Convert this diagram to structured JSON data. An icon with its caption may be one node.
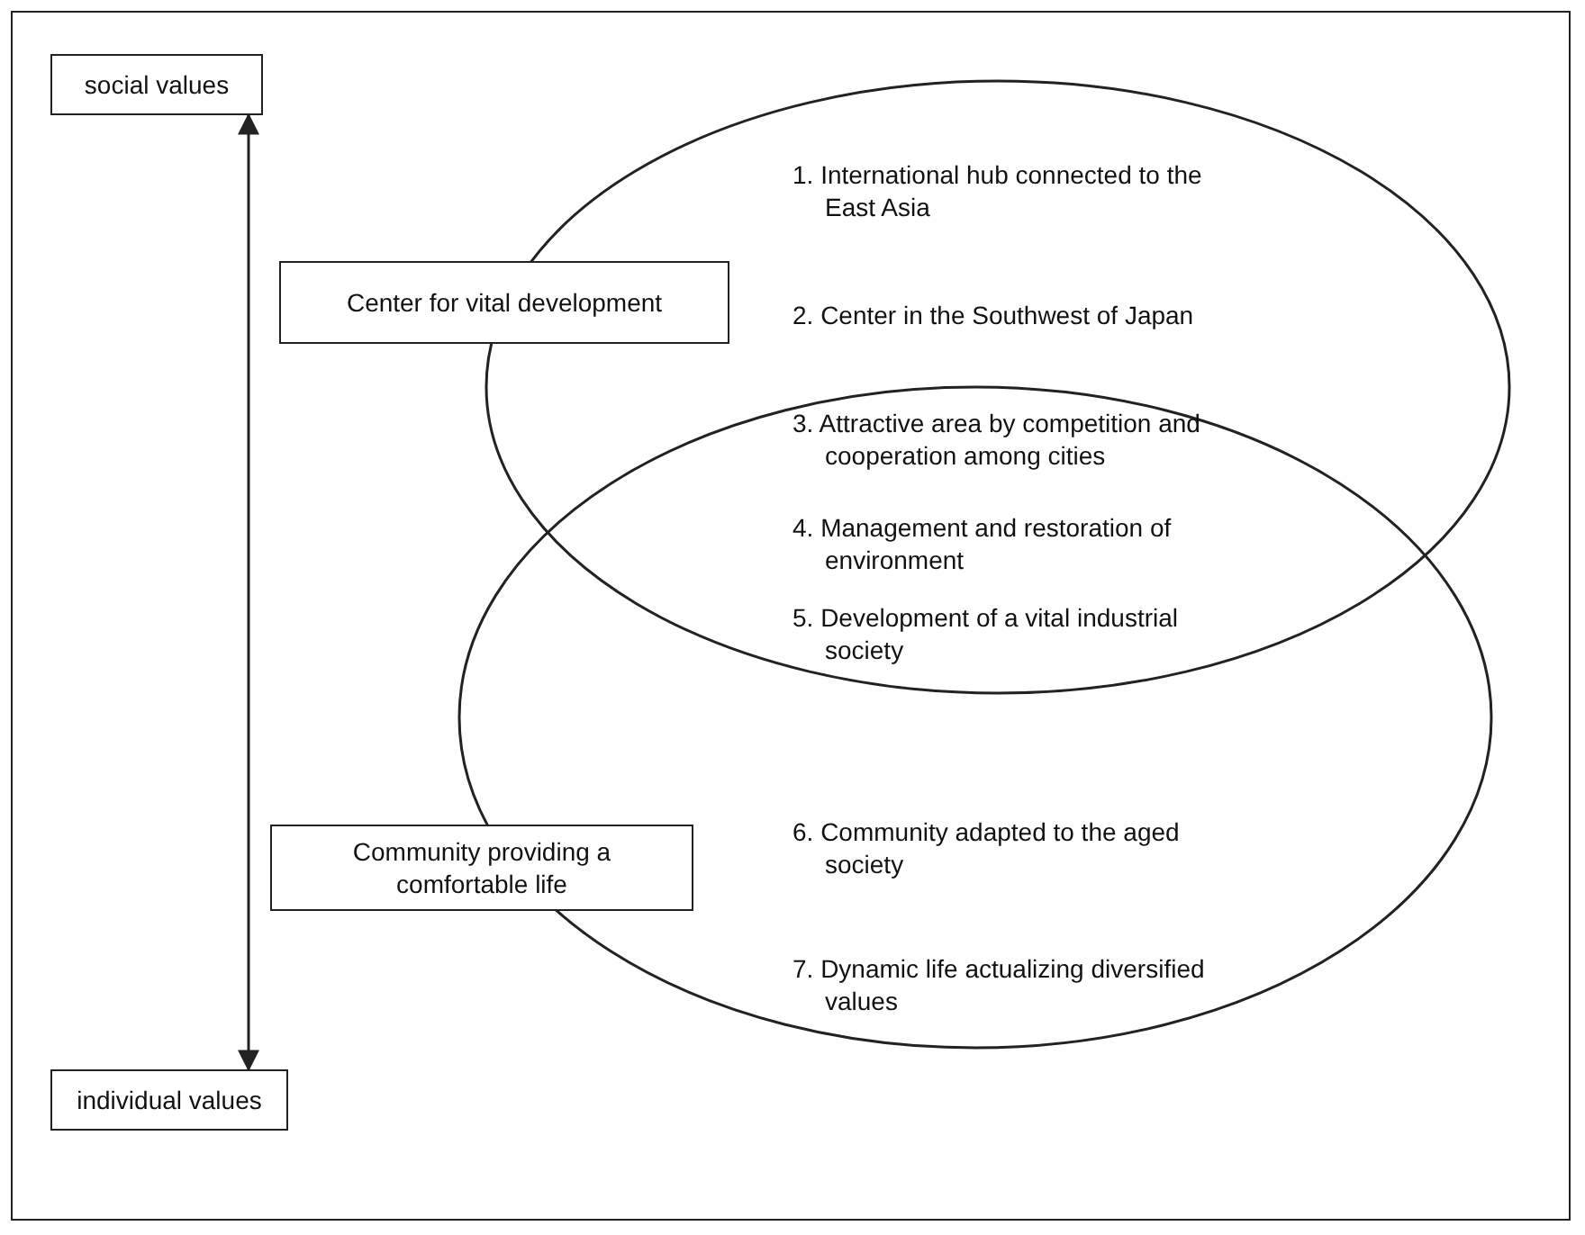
{
  "diagram": {
    "nodes": [
      {
        "text": [
          "social values"
        ]
      },
      {
        "text": [
          "individual values"
        ]
      },
      {
        "text": [
          "Center for vital development"
        ]
      },
      {
        "text": [
          "Community providing a comfortable life"
        ]
      },
      {
        "text": [],
        "shape": "ellipse"
      },
      {
        "text": [],
        "shape": "ellipse"
      },
      {
        "text": [
          "1. International hub connected to the East Asia"
        ],
        "in": 4
      },
      {
        "text": [
          "2. Center in the Southwest of Japan"
        ],
        "in": 4
      },
      {
        "text": [
          "3. Attractive area by competition and cooperation among cities"
        ]
      },
      {
        "text": [
          "4. Management and restoration of environment"
        ]
      },
      {
        "text": [
          "5. Development of a vital industrial society"
        ]
      },
      {
        "text": [
          "6. Community adapted to the aged society"
        ],
        "in": 5
      },
      {
        "text": [
          "7. Dynamic life actualizing diversified values"
        ],
        "in": 5
      }
    ],
    "edges": [
      {
        "from": 0,
        "to": 1,
        "arrow": "both"
      }
    ]
  }
}
